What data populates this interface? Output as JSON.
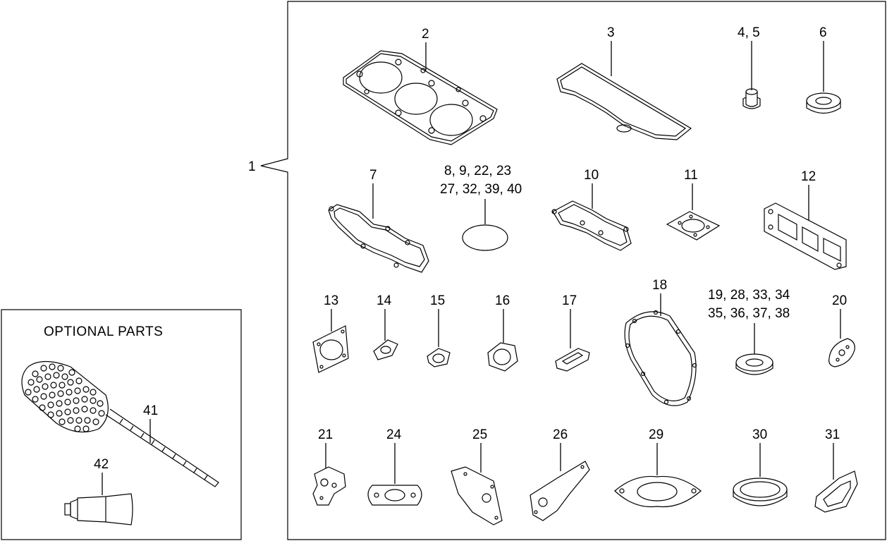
{
  "optional_parts_title": "OPTIONAL  PARTS",
  "callouts": {
    "c1": "1",
    "c2": "2",
    "c3": "3",
    "c4_5": "4, 5",
    "c6": "6",
    "c7": "7",
    "c8_line1": "8,  9,  22, 23",
    "c8_line2": "27, 32, 39, 40",
    "c10": "10",
    "c11": "11",
    "c12": "12",
    "c13": "13",
    "c14": "14",
    "c15": "15",
    "c16": "16",
    "c17": "17",
    "c18": "18",
    "c19_line1": "19,  28,  33,  34",
    "c19_line2": "35,  36,  37,  38",
    "c20": "20",
    "c21": "21",
    "c24": "24",
    "c25": "25",
    "c26": "26",
    "c29": "29",
    "c30": "30",
    "c31": "31",
    "c41": "41",
    "c42": "42"
  }
}
